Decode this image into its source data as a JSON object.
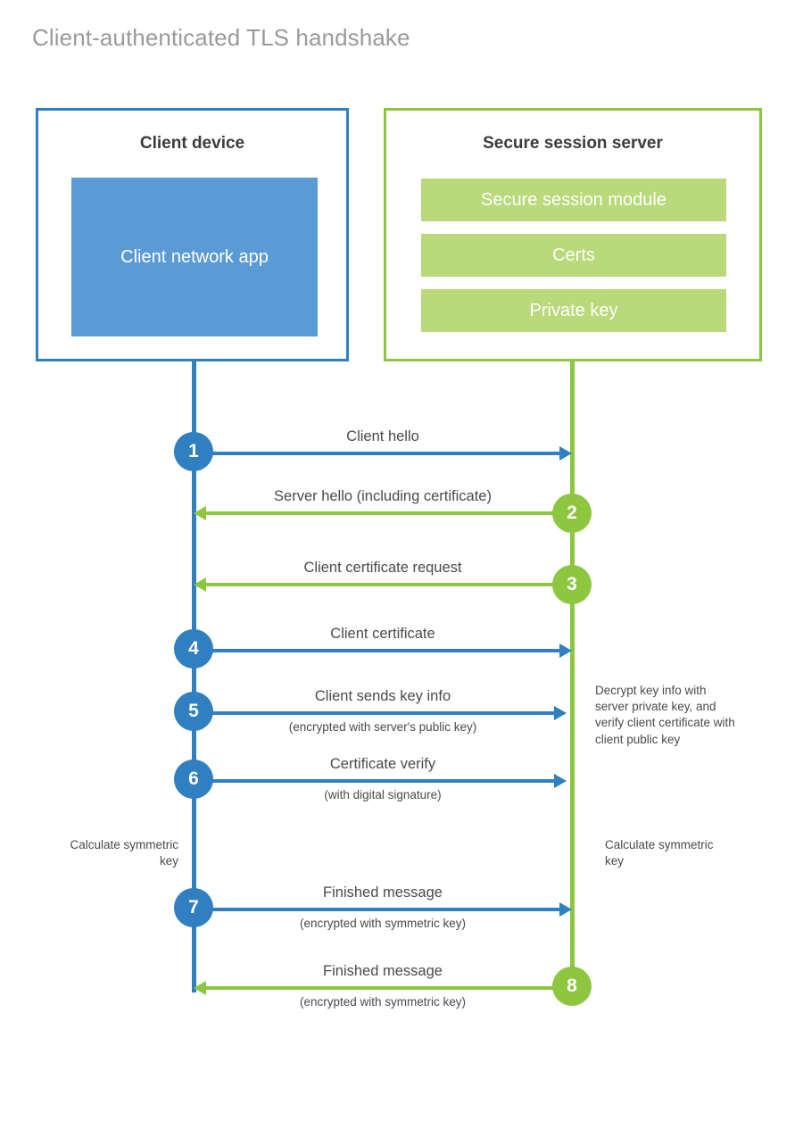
{
  "title": "Client-authenticated TLS handshake",
  "colors": {
    "client_accent": "#2f7fc1",
    "server_accent": "#8dc63f",
    "client_app_fill": "#5b9bd5",
    "server_bar_fill": "#b9d97a",
    "title_text": "#9a9a9a",
    "body_text": "#4a4a4a"
  },
  "actors": {
    "client": {
      "title": "Client device",
      "app_label": "Client network app"
    },
    "server": {
      "title": "Secure session server",
      "components": [
        "Secure session module",
        "Certs",
        "Private key"
      ]
    }
  },
  "steps": [
    {
      "number": "1",
      "label": "Client hello",
      "sublabel": "",
      "direction": "client-to-server",
      "color": "blue"
    },
    {
      "number": "2",
      "label": "Server hello (including certificate)",
      "sublabel": "",
      "direction": "server-to-client",
      "color": "green"
    },
    {
      "number": "3",
      "label": "Client certificate request",
      "sublabel": "",
      "direction": "server-to-client",
      "color": "green"
    },
    {
      "number": "4",
      "label": "Client certificate",
      "sublabel": "",
      "direction": "client-to-server",
      "color": "blue"
    },
    {
      "number": "5",
      "label": "Client sends key info",
      "sublabel": "(encrypted with server's public key)",
      "direction": "client-to-server",
      "color": "blue"
    },
    {
      "number": "6",
      "label": "Certificate verify",
      "sublabel": "(with digital signature)",
      "direction": "client-to-server",
      "color": "blue"
    },
    {
      "number": "7",
      "label": "Finished message",
      "sublabel": "(encrypted with symmetric key)",
      "direction": "client-to-server",
      "color": "blue"
    },
    {
      "number": "8",
      "label": "Finished message",
      "sublabel": "(encrypted with symmetric key)",
      "direction": "server-to-client",
      "color": "green"
    }
  ],
  "annotations": {
    "server_decrypt": "Decrypt key info with server private key, and verify client certificate with client public key",
    "client_calculate": "Calculate symmetric key",
    "server_calculate": "Calculate symmetric key"
  }
}
